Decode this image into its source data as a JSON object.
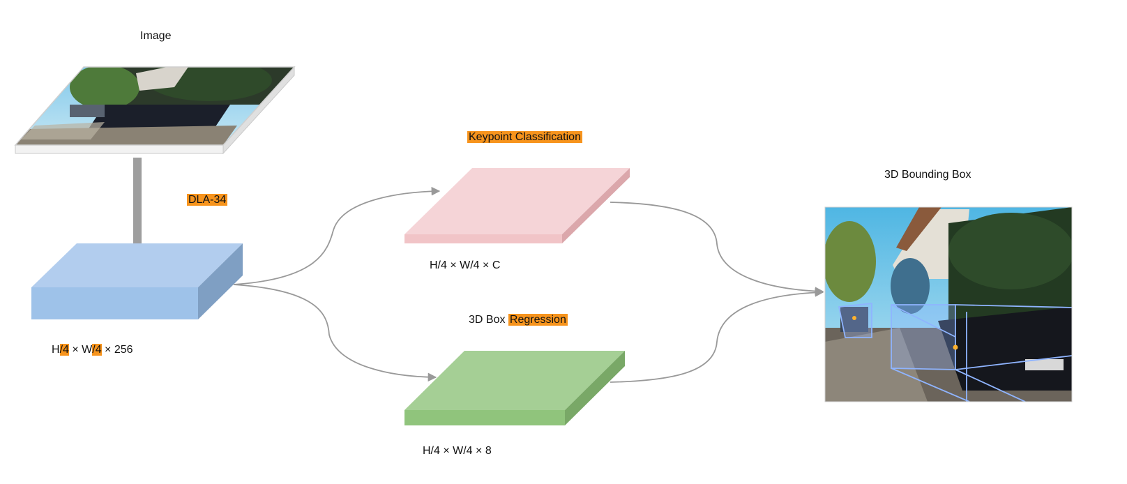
{
  "labels": {
    "image": "Image",
    "backbone": "DLA-34",
    "backbone_dims": {
      "p1": "H",
      "h1": "/4",
      "p2": " × W",
      "h2": "/4",
      "p3": " × 256"
    },
    "keypoint_head": "Keypoint Classification",
    "keypoint_dims": "H/4 × W/4 × C",
    "regression_head": {
      "plain": "3D Box ",
      "highlight": "Regression"
    },
    "regression_dims": "H/4 × W/4 × 8",
    "output": "3D Bounding Box"
  },
  "colors": {
    "highlight": "#f7941d",
    "backbone_block": "#a9c8ec",
    "keypoint_block": "#f6d3d6",
    "regression_block": "#a3ce93",
    "connector": "#999999"
  },
  "icons": {
    "input_image": "street-photo-icon",
    "output_image": "street-photo-3d-boxes-icon"
  }
}
